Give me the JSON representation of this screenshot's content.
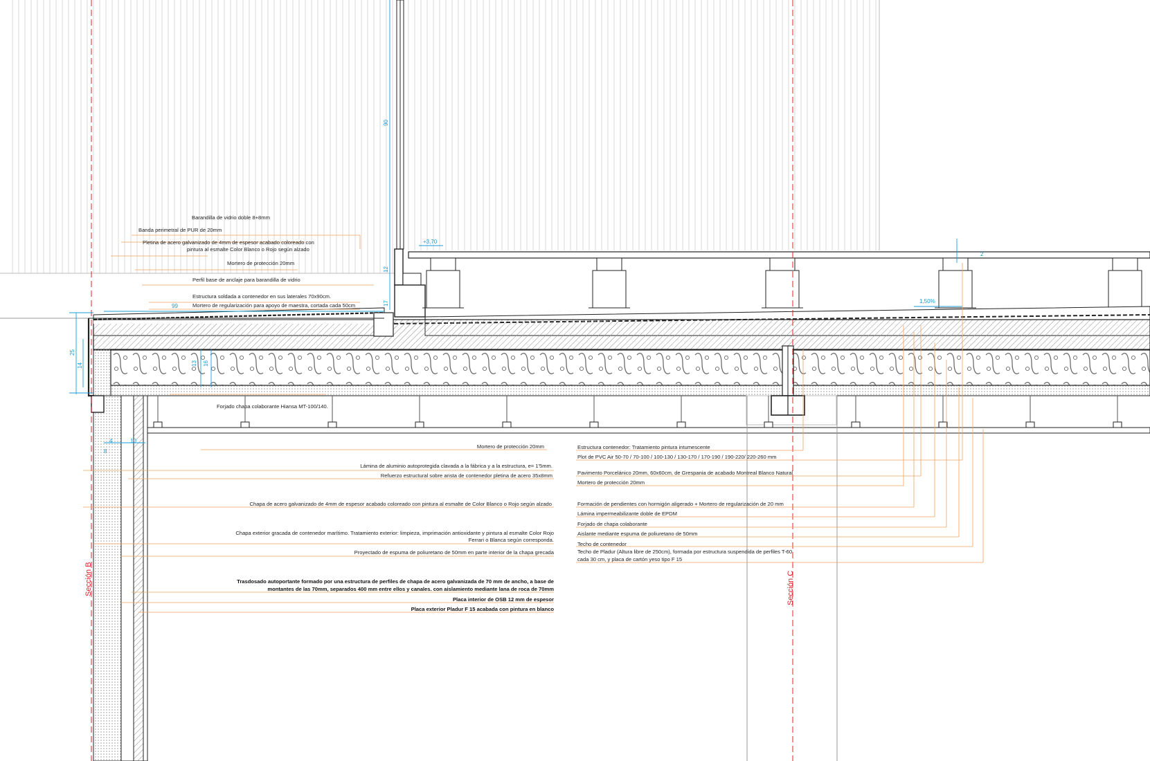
{
  "sections": {
    "b": "Sección B",
    "c": "Sección C"
  },
  "levels": {
    "top": "+3,70",
    "slope": "1,50%",
    "tag": "2"
  },
  "dimensions": {
    "d90": "90",
    "d12": "12",
    "d17": "17",
    "d99": "99",
    "d25": "25",
    "d14": "14",
    "d13": "13",
    "d16": "16",
    "d4": "4",
    "d8": "8",
    "d10": "10",
    "d2": "2"
  },
  "labels_upper": [
    "Barandilla de vidrio doble 8+8mm",
    "Banda perimetral de PUR de 20mm",
    "Pletina de acero galvanizado de 4mm de espesor acabado coloreado con",
    "pintura al esmalte Color Blanco o Rojo según alzado",
    "Mortero de protección 20mm",
    "Perfil base de anclaje para barandilla de vidrio",
    "Estructura soldada a contenedor en sus laterales 70x90cm.",
    "Mortero de regularización para apoyo de maestra, cortada cada 50cm",
    "Forjado chapa colaborante Hiansa MT-100/140."
  ],
  "labels_left": [
    "Mortero de protección 20mm",
    "Lámina de aluminio autoprotegida clavada a la fábrica y a la estructura, e= 1'5mm.",
    "Refuerzo estructural sobre arista de contenedor pletina de acero 35x8mm",
    "Chapa de acero galvanizado de 4mm de espesor acabado coloreado con pintura al esmalte de Color Blanco o Rojo según alzado",
    "Chapa exterior gracada de contenedor marítimo. Tratamiento exterior: limpieza, imprimación antioxidante y pintura al esmalte Color Rojo",
    "Ferrari o Blanca según corresponda.",
    "Proyectado de espuma de poliuretano de 50mm en parte interior de la chapa grecada"
  ],
  "labels_left_bold": [
    "Trasdosado autoportante formado por una estructura de perfiles de chapa de acero  galvanizada de 70 mm de ancho, a base de",
    "montantes de las 70mm, separados 400 mm entre ellos y canales. con aislamiento mediante lana de roca de 70mm",
    "Placa interior de OSB 12 mm de espesor",
    "Placa exterior Pladur F 15 acabada con pintura en blanco"
  ],
  "labels_right": [
    "Estructura contenedor: Tratamiento pintura intumescente",
    "Plot de PVC Air 50-70 / 70-100 / 100-130 / 130-170 / 170-190 / 190-220/ 220-260 mm",
    "Pavimento Porcelánico 20mm, 60x60cm, de Grespania de acabado Montreal Blanco Natural",
    "Mortero de protección 20mm",
    "Formación de pendientes con hormigón aligerado + Mortero de regularización de 20 mm",
    "Lámina impermeabilizante doble de EPDM",
    "Forjado de chapa colaborante",
    "Aislante mediante espuma de poliuretano de 50mm",
    "Techo de contenedor",
    "Techo de Pladur (Altura libre de 250cm), formada por estructura suspendida de perfiles T-60",
    "cada 30 cm, y placa de cartón yeso tipo F 15"
  ],
  "colors": {
    "leader": "#f3a25c",
    "dimension": "#1a9bd7",
    "section": "#e0202a",
    "line": "#222222",
    "hatch": "#9a9a9a"
  }
}
